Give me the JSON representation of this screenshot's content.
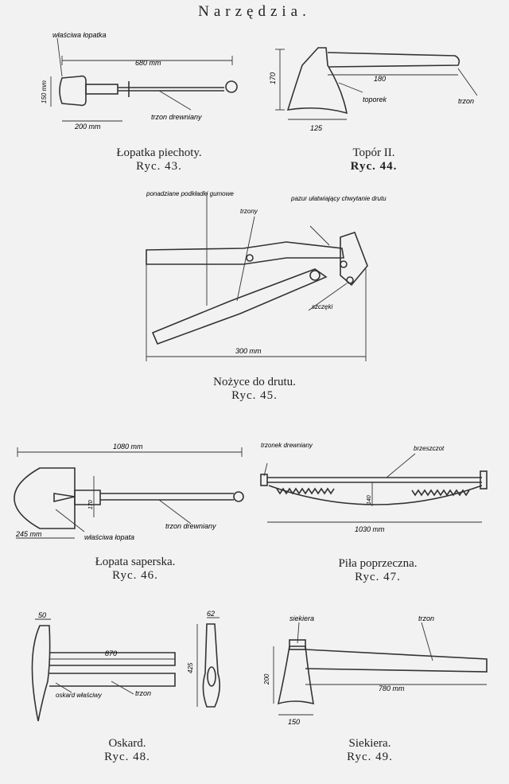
{
  "page_title": "Narzędzia.",
  "figures": [
    {
      "caption": "Łopatka piechoty.",
      "ryc": "Ryc. 43.",
      "labels": {
        "blade": "właściwa łopatka",
        "total": "680 mm",
        "width": "150 mm",
        "length": "200 mm",
        "handle": "trzon drewniany"
      }
    },
    {
      "caption": "Topór II.",
      "ryc": "Ryc. 44.",
      "labels": {
        "height": "170",
        "length": "180",
        "head": "toporek",
        "handle": "trzon",
        "width": "125"
      }
    },
    {
      "caption": "Nożyce do drutu.",
      "ryc": "Ryc. 45.",
      "labels": {
        "grips": "ponadziane podkładki gumowe",
        "handles": "trzony",
        "cutter": "pazur ułatwiający chwytanie drutu",
        "jaws": "szczęki",
        "total": "300 mm"
      }
    },
    {
      "caption": "Łopata saperska.",
      "ryc": "Ryc. 46.",
      "labels": {
        "total": "1080 mm",
        "width": "245 mm",
        "blade": "właściwa łopata",
        "handle": "trzon drewniany",
        "inner": "170"
      }
    },
    {
      "caption": "Piła poprzeczna.",
      "ryc": "Ryc. 47.",
      "labels": {
        "grip": "trzonek drewniany",
        "frame": "brzeszczot",
        "height": "140",
        "total": "1030 mm"
      }
    },
    {
      "caption": "Oskard.",
      "ryc": "Ryc. 48.",
      "labels": {
        "width": "50",
        "total": "870",
        "head": "oskard właściwy",
        "handle": "trzon",
        "handle_width": "62",
        "head_height": "425"
      }
    },
    {
      "caption": "Siekiera.",
      "ryc": "Ryc. 49.",
      "labels": {
        "head": "siekiera",
        "handle": "trzon",
        "height": "200",
        "total": "780 mm",
        "width": "150"
      }
    }
  ]
}
